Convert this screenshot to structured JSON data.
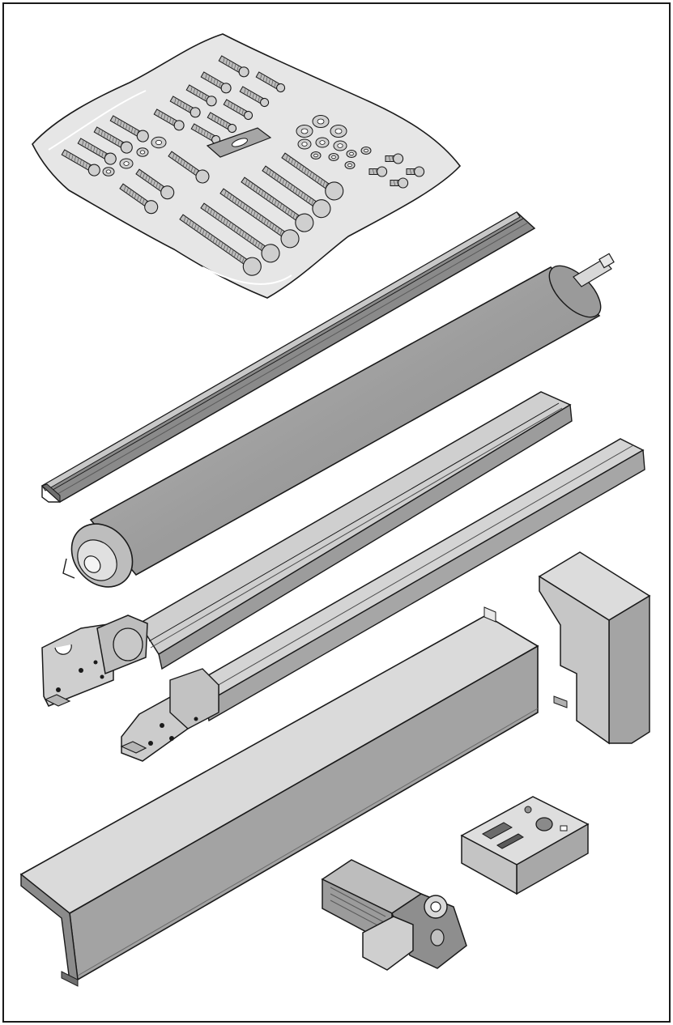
{
  "figure": {
    "kind": "exploded parts illustration",
    "components": [
      {
        "id": "fastener-bag",
        "icon": "hardware-bag-icon"
      },
      {
        "id": "bottom-rail",
        "icon": "rail-profile-icon"
      },
      {
        "id": "roller-tube",
        "icon": "roller-tube-icon"
      },
      {
        "id": "guide-rail-left",
        "icon": "guide-rail-icon"
      },
      {
        "id": "guide-rail-right",
        "icon": "guide-rail-icon"
      },
      {
        "id": "cover-hood",
        "icon": "cover-hood-icon"
      },
      {
        "id": "side-cap",
        "icon": "end-cap-icon"
      },
      {
        "id": "control-box",
        "icon": "control-box-icon"
      },
      {
        "id": "drive-motor",
        "icon": "gear-motor-icon"
      }
    ],
    "colors": {
      "outline": "#1a1a1a",
      "light_grey": "#d2d2d2",
      "mid_grey": "#a8a8a8",
      "dark_grey": "#7d7d7d",
      "bag": "#e4e4e4",
      "white": "#ffffff"
    }
  }
}
